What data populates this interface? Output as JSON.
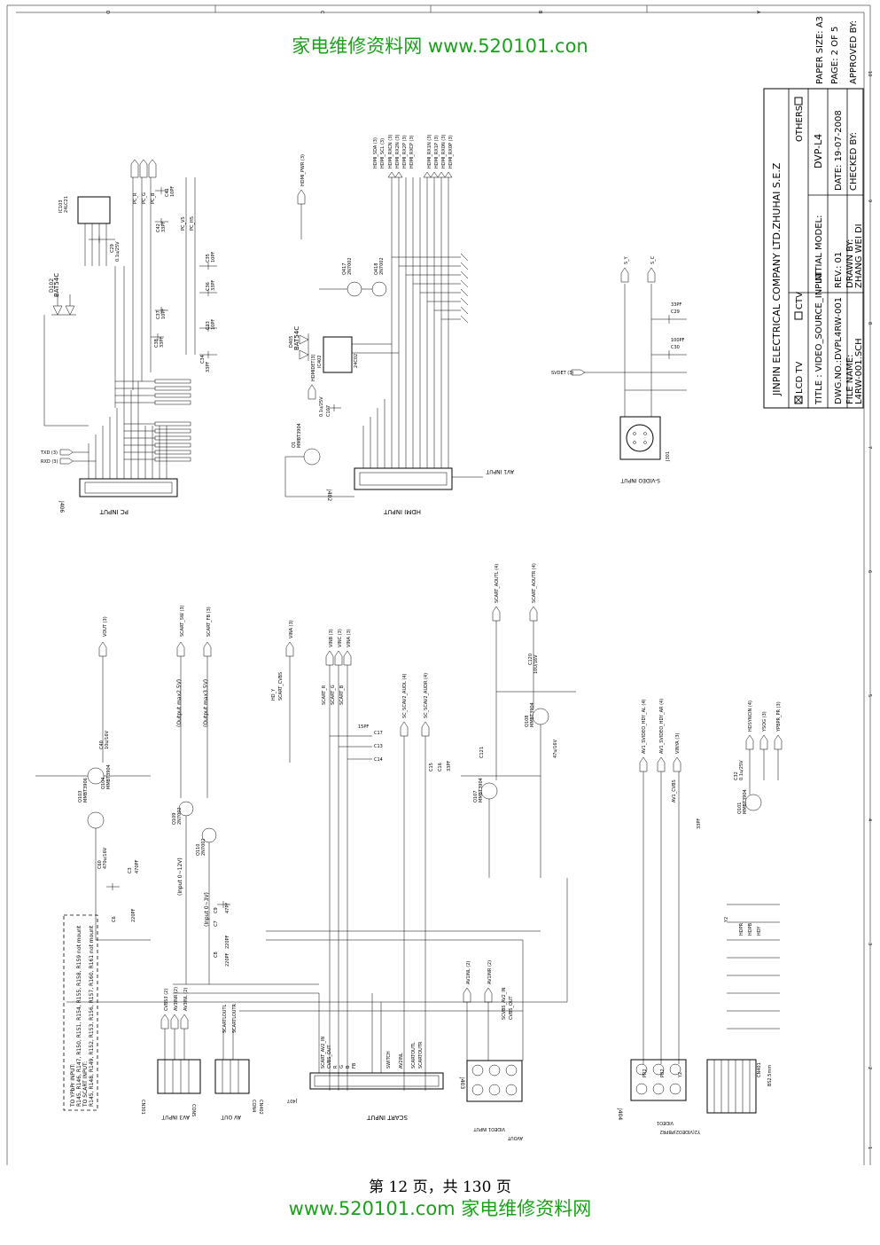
{
  "watermark": {
    "top": "家电维修资料网    www.520101.con",
    "bottom": "www.520101.com  家电维修资料网"
  },
  "page_counter": "第 12 页，共 130 页",
  "colors": {
    "watermark": "#1aa11a",
    "ink": "#000000"
  },
  "frame": {
    "border_letters": [
      "D",
      "C",
      "B",
      "A"
    ],
    "border_numbers": [
      "10",
      "9",
      "8",
      "7",
      "6",
      "5",
      "4",
      "3",
      "2",
      "1"
    ]
  },
  "title_block": {
    "company": "JINPIN ELECTRICAL COMPANY LTD.ZHUHAI S.E.Z",
    "opt_lcd": "LCD TV",
    "opt_ctv": "CTV",
    "opt_others": "OTHERS",
    "title": "TITLE : VIDEO_SOURCE_INPUT",
    "initial_model_label": "INITIAL MODEL:",
    "initial_model": "DVP-L4",
    "dwg_no": "DWG.NO.:DVPL4RW-001",
    "rev": "REV.: 01",
    "date": "DATE: 19-07-2008",
    "page": "PAGE: 2 OF 5",
    "paper": "PAPER SIZE: A3",
    "file_name_label": "FILE NAME:",
    "file_name": "L4RW-001.SCH",
    "drawn_by_label": "DRAWN BY:",
    "drawn_by": "ZHANG WEI DI",
    "checked_by": "CHECKED BY:",
    "approved_by": "APPROVED BY:"
  },
  "connectors": {
    "pc": {
      "ref": "J406",
      "name": "PC INPUT"
    },
    "hdmi": {
      "ref": "J402",
      "name": "HDMI INPUT",
      "side": "AV1 INPUT"
    },
    "svideo": {
      "ref": "J301",
      "name": "S-VIDEO INPUT"
    },
    "scart": {
      "ref": "J407",
      "name": "SCART INPUT"
    },
    "av3": {
      "ref": "CN301",
      "name": "AV3 INPUT"
    },
    "avout": {
      "name": "AV OUT",
      "ref": "CN402"
    },
    "j403": {
      "ref": "J403",
      "name": "AVOUT",
      "sub": "VIDEO1 INPUT"
    },
    "j404": {
      "ref": "J404",
      "name": "Y2(VIDEO2)PBPR2",
      "sub": "VIDEO1"
    }
  },
  "parts": {
    "pc": {
      "diode": "D102",
      "diode_type": "BAT54C",
      "eeprom": "IC103",
      "eeprom_type": "24LC21",
      "cap_c29": "C29",
      "cap_c29_val": "0.1u/25V",
      "pc_r": "PC_R",
      "pc_g": "PC_G",
      "pc_b": "PC_B",
      "vs": "PC_VS",
      "hs": "PC_HS",
      "c41": "C41",
      "c42": "C42",
      "c37": "C37",
      "c38": "C38",
      "c35": "C35",
      "c36": "C36",
      "c33": "C33",
      "c34": "C34",
      "val_33pf": "33PF",
      "val_10pf": "10PF",
      "txd": "TXD (3)",
      "rxd": "RXD (3)"
    },
    "hdmi": {
      "pwr": "HDMI_PWR (3)",
      "sda": "HDMI_SDA (3)",
      "scl": "HDMI_SCL (3)",
      "rx2n": "HDMI_RX2N (3)",
      "rx2p": "HDMI_RX2P (3)",
      "rx1n": "HDMI_RX1N (3)",
      "rx1p": "HDMI_RX1P (3)",
      "rx0n": "HDMI_RX0N (3)",
      "rx0p": "HDMI_RX0P (3)",
      "rxcn": "HDMI_RXCN (3)",
      "rxcp": "HDMI_RXCP (3)",
      "q2": "Q1",
      "q2_type": "MMBT3904",
      "q_a": "Q417",
      "q_b": "Q418",
      "q_type": "2N7002",
      "eeprom": "IC402",
      "eeprom_type": "24C02",
      "diode": "D405",
      "diode_type": "BAT54C",
      "cap": "C107",
      "cap_val": "0.1u/25V",
      "hotplug": "HDMIDET(3)"
    },
    "svideo": {
      "sy": "S_Y",
      "sc": "S_C",
      "c29": "C29",
      "c30": "C30",
      "v33pf": "33PF",
      "v100pf": "100PF",
      "det": "SVDET (3)"
    },
    "video_out": {
      "vout": "VOUT (3)",
      "q103": "Q103",
      "q104": "Q104",
      "type3906": "MMBT3906",
      "type3904": "MMBT3904",
      "c6": "C6",
      "c6_val": "220PF",
      "c3": "C3",
      "c3_val": "470PF",
      "c40": "C40",
      "c40_val": "10u/16V",
      "c60": "C60",
      "c60_val": "470u/16V"
    },
    "scart_sw": {
      "q109": "Q109",
      "q110": "Q110",
      "type7002": "2N7002",
      "out_max": "(Output max2.5V)",
      "out_max2": "(Output max3.5V)",
      "in_range": "(Input 0~12V)",
      "in_range2": "(Input 0~3V)",
      "sw": "SCART_SW (3)",
      "fb": "SCART_FB (3)",
      "c9": "C9",
      "c7": "C7",
      "c8": "C8",
      "v47pf": "47PF",
      "v220pf": "220PF"
    },
    "scart_rgb": {
      "cvbs": "SCART_CVBS",
      "hd_y": "HD_Y",
      "vina": "VINA (3)",
      "vinb": "VINB (3)",
      "vinc": "VINC (3)",
      "sr": "SCART_R",
      "sg": "SCART_G",
      "sb": "SCART_B",
      "c17": "C17",
      "c13": "C13",
      "c14": "C14",
      "v15pf": "15PF",
      "aud_l": "SC_SCAV2_AUDL (4)",
      "aud_r": "SC_SCAV2_AUDR (4)",
      "c15": "C15",
      "c16": "C16",
      "v33pf": "33PF"
    },
    "scart_audio": {
      "aout_l": "SCART_AOUTL (4)",
      "aout_r": "SCART_AOUTR (4)",
      "c120": "C120",
      "c121": "C121",
      "cval": "10U/16V",
      "q107": "Q107",
      "q108": "Q108",
      "type": "MMBT3904",
      "cval2": "47u/16V"
    },
    "ypbpr": {
      "ypbpr_al": "AV1_SVIDEO_HDY_AL (4)",
      "ypbpr_ar": "AV1_SVIDEO_HDY_AR (4)",
      "vinya": "VINYA (3)",
      "ypr": "YPBPR_PR (3)",
      "ysog": "YSOG (3)",
      "hdsync": "HDSYNCIN (4)",
      "q101": "Q101",
      "type": "MMBT3904",
      "c32": "C32",
      "c32_val": "0.1u/25V",
      "val33": "33PF",
      "av1cvbs": "AV1_CVBS",
      "hdpr": "HDPR",
      "hdpb": "HDPB",
      "hdy": "HDY",
      "y2": "Y2",
      "pb2": "PB2",
      "pr2": "PR2",
      "cn401": "CN401",
      "connbl": "BS2.5mm"
    },
    "av3": {
      "cvbs3": "CVBS3 (2)",
      "av3inr": "AV3INR (2)",
      "av3inl": "AV3INL (2)",
      "conn": "CON5"
    },
    "avout": {
      "lout": "SCARTLOUTL",
      "rout": "SCARTLOUTR",
      "conn": "CON4"
    },
    "scart_bus": {
      "cvbs_in": "SCART_AV2_IN",
      "cvbs_out": "CVBS_OUT",
      "r": "R",
      "g": "G",
      "b": "B",
      "fb": "FB",
      "sw": "SWITCH",
      "inl": "AV2INL",
      "outl": "SCARTOUTL",
      "outr": "SCARTOUTR"
    },
    "j403": {
      "av1inl": "AV1INL (2)",
      "av1inr": "AV1INR (2)",
      "cvbs1": "SCVBS_AV2_IN",
      "cvbs_out": "CVBS_OUT"
    },
    "note": {
      "line1": "TO YPbPr INPUT:",
      "line2": "R145, R146, R147, R150, R151, R154, R155, R158, R159 not mount",
      "line3": "TO SCART INPUT:",
      "line4": "R145, R148, R149, R152, R153, R156, R157, R160, R161 not mount"
    }
  }
}
